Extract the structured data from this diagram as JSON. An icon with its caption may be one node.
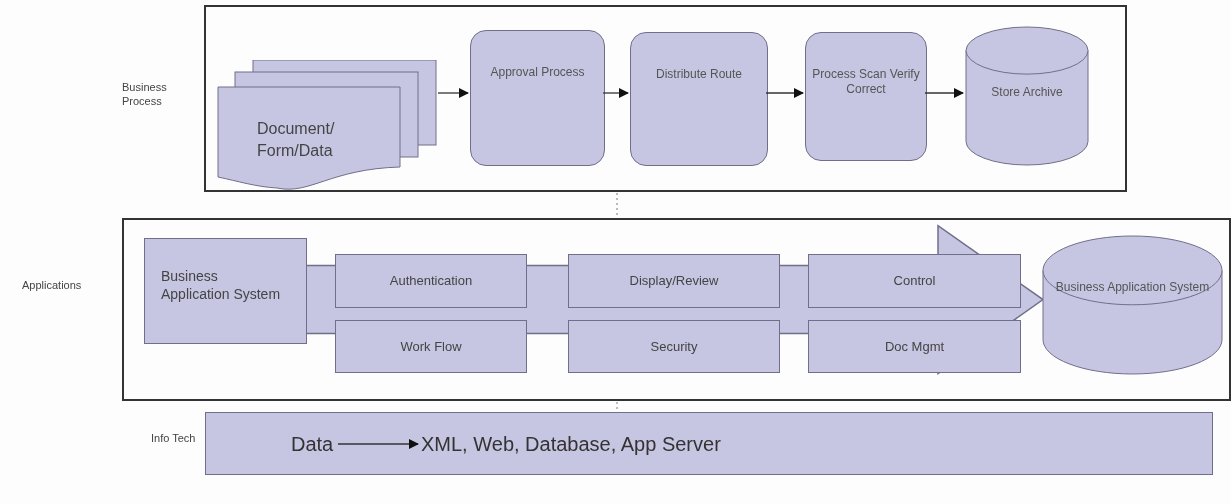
{
  "diagram": {
    "nodes": [
      {
        "text": [
          "Business Process"
        ]
      },
      {
        "text": [
          "Document/ Form/Data"
        ],
        "in": 0
      },
      {
        "text": [
          "Approval Process"
        ],
        "in": 0
      },
      {
        "text": [
          "Distribute Route"
        ],
        "in": 0
      },
      {
        "text": [
          "Process Scan Verify Correct"
        ],
        "in": 0
      },
      {
        "text": [
          "Store Archive"
        ],
        "in": 0
      },
      {
        "text": [
          "Applications"
        ]
      },
      {
        "text": [
          "Business Application System"
        ],
        "in": 6
      },
      {
        "text": [
          "Authentication"
        ],
        "in": 6
      },
      {
        "text": [
          "Work Flow"
        ],
        "in": 6
      },
      {
        "text": [
          "Display/Review"
        ],
        "in": 6
      },
      {
        "text": [
          "Security"
        ],
        "in": 6
      },
      {
        "text": [
          "Control"
        ],
        "in": 6
      },
      {
        "text": [
          "Doc Mgmt"
        ],
        "in": 6
      },
      {
        "text": [
          "Business Application System"
        ],
        "in": 6
      },
      {
        "text": [
          "Info Tech"
        ]
      },
      {
        "text": [
          "Data"
        ],
        "in": 15
      },
      {
        "text": [
          "XML, Web, Database, App Server"
        ],
        "in": 15
      }
    ],
    "edges": [
      {
        "from": 1,
        "to": 2,
        "arrow": "to"
      },
      {
        "from": 2,
        "to": 3,
        "arrow": "to"
      },
      {
        "from": 3,
        "to": 4,
        "arrow": "to"
      },
      {
        "from": 4,
        "to": 5,
        "arrow": "to"
      },
      {
        "from": 7,
        "to": 14,
        "arrow": "to",
        "style": "thick"
      },
      {
        "from": 16,
        "to": 17,
        "arrow": "to"
      },
      {
        "from": 0,
        "to": 6,
        "arrow": "none",
        "style": "dashed",
        "color": "#999999"
      },
      {
        "from": 6,
        "to": 15,
        "arrow": "none",
        "style": "dashed",
        "color": "#999999"
      }
    ]
  }
}
